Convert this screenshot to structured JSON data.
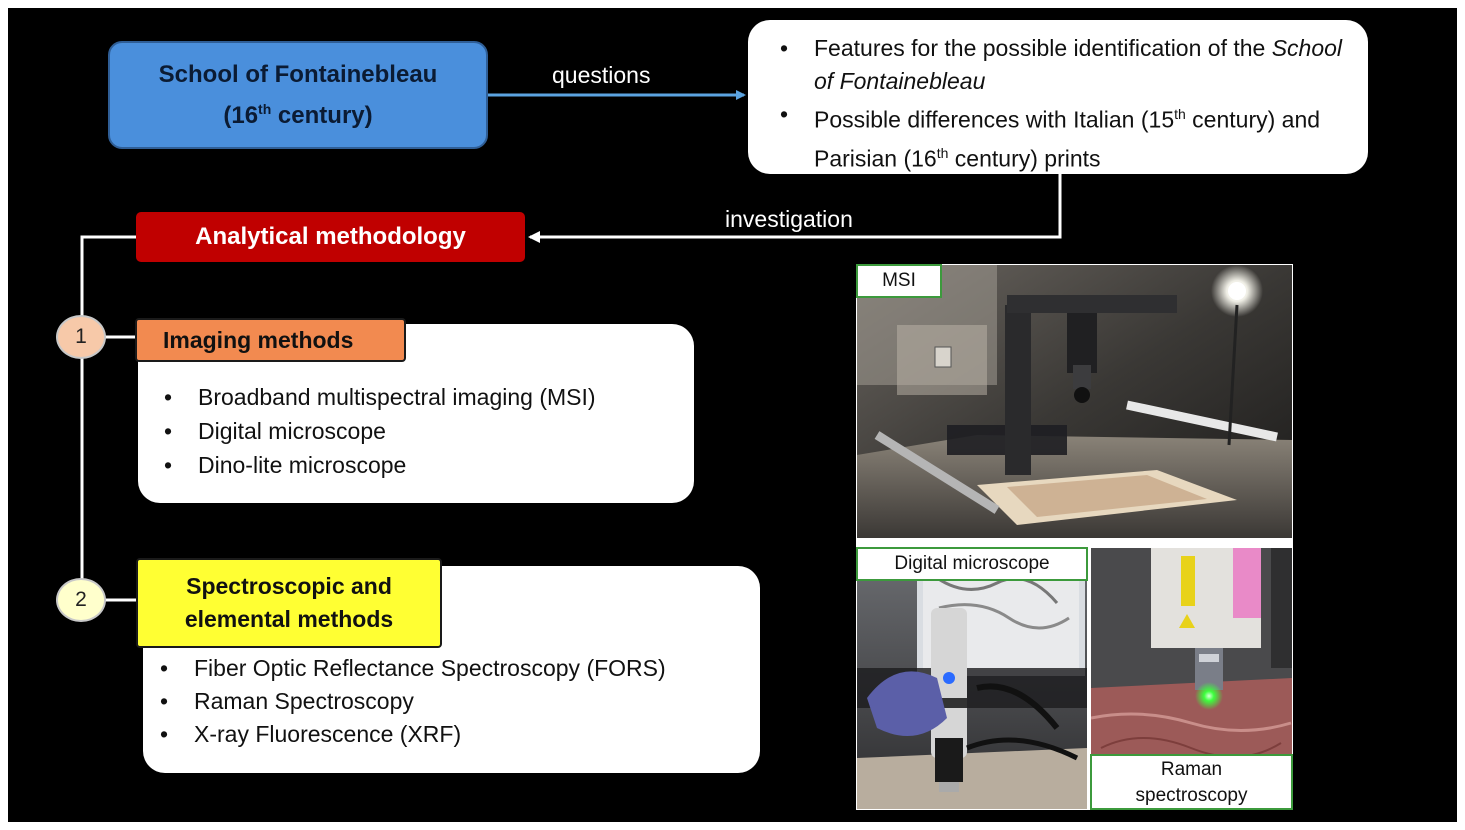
{
  "source": {
    "title_line1": "School of Fontainebleau",
    "title_line2_pre": "(16",
    "title_line2_sup": "th",
    "title_line2_post": " century)"
  },
  "edges": {
    "questions_label": "questions",
    "investigation_label": "investigation"
  },
  "questions": {
    "bullet": "•",
    "item1_pre": "Features for the possible identification of the ",
    "item1_italic": "School of Fontainebleau",
    "item2_pre": "Possible differences with Italian (15",
    "item2_sup1": "th",
    "item2_mid": " century) and Parisian (16",
    "item2_sup2": "th",
    "item2_post": " century) prints"
  },
  "methodology": {
    "title": "Analytical methodology"
  },
  "imaging": {
    "step": "1",
    "title": "Imaging methods",
    "items": [
      "Broadband multispectral imaging (MSI)",
      "Digital microscope",
      "Dino-lite microscope"
    ]
  },
  "spectroscopic": {
    "step": "2",
    "title_line1": "Spectroscopic and",
    "title_line2": "elemental methods",
    "items": [
      "Fiber Optic Reflectance Spectroscopy (FORS)",
      "Raman Spectroscopy",
      "X-ray Fluorescence (XRF)"
    ]
  },
  "photos": {
    "msi_label": "MSI",
    "digital_label": "Digital microscope",
    "raman_label_line1": "Raman",
    "raman_label_line2": "spectroscopy"
  },
  "colors": {
    "background": "#000000",
    "source_box": "#4a8fdc",
    "arrow_blue": "#5ba3e0",
    "methodology_box": "#c00000",
    "imaging_header": "#f28a50",
    "spectro_header": "#ffff33",
    "photo_label_border": "#3c9a3c"
  }
}
